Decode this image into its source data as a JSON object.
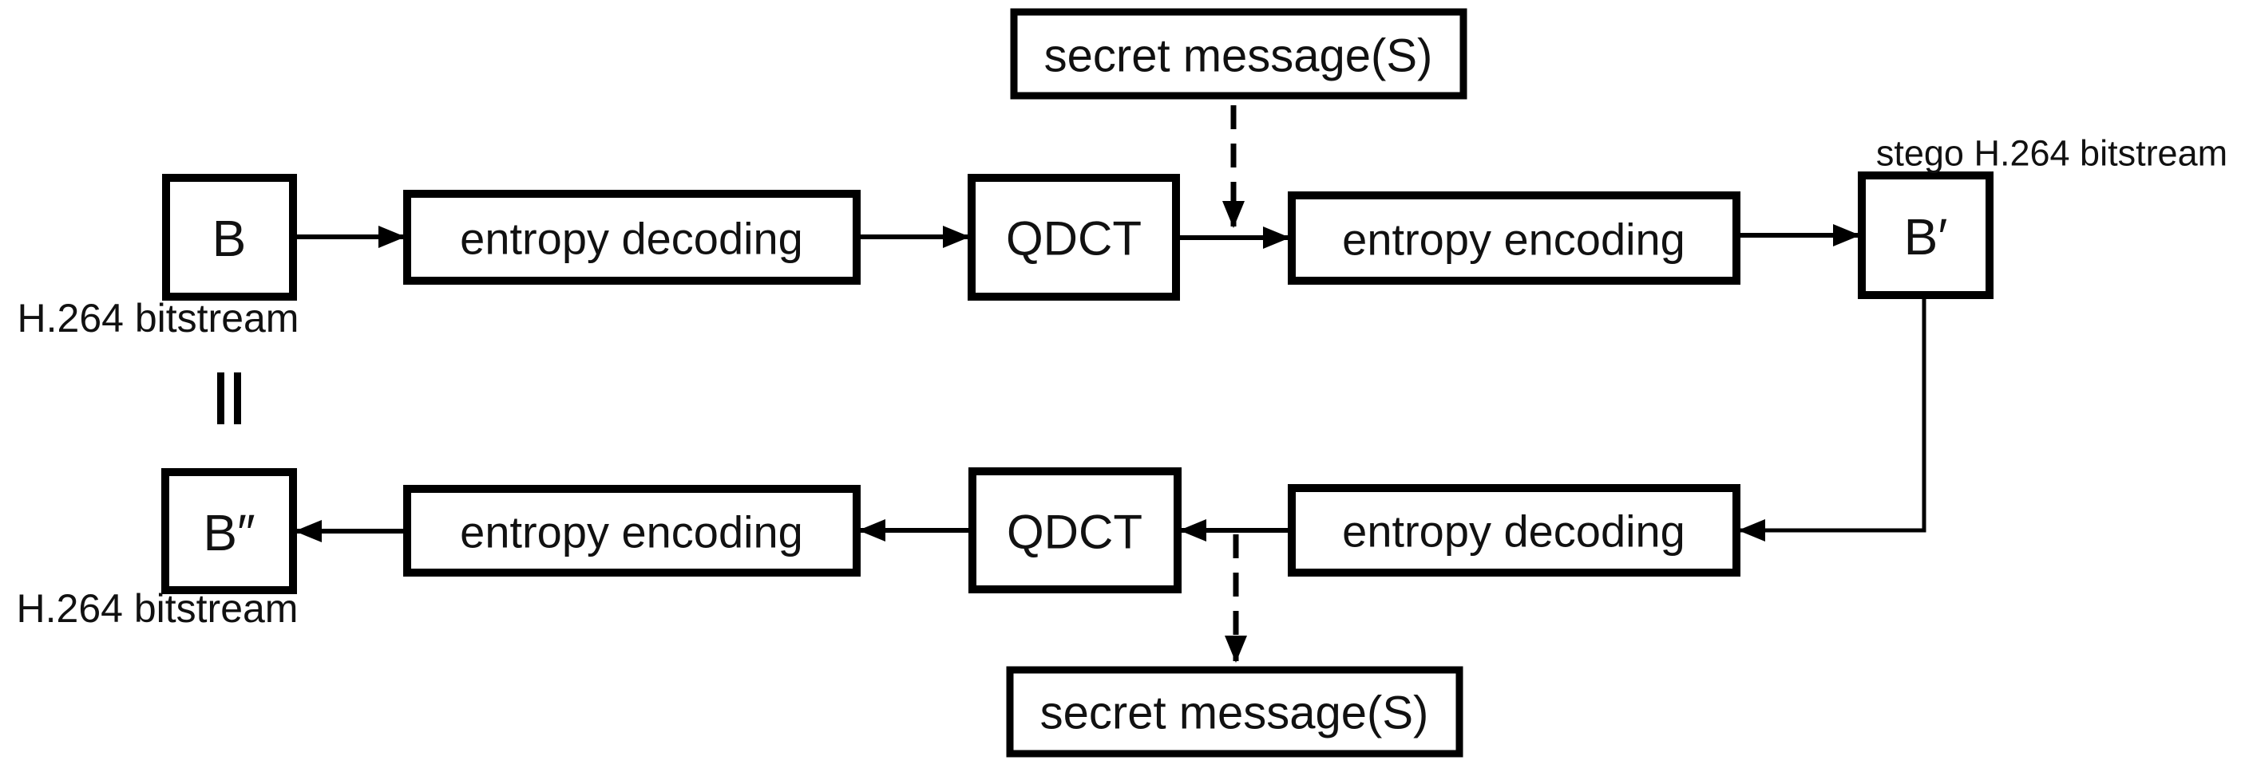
{
  "diagram": {
    "colors": {
      "line": "#000000",
      "background": "#ffffff",
      "text": "#111111"
    },
    "equivalence_symbol": "=",
    "embedding": {
      "secret_message_label": "secret message(S)",
      "input_node": "B",
      "input_caption": "H.264 bitstream",
      "entropy_decoding_label": "entropy decoding",
      "qdct_label": "QDCT",
      "entropy_encoding_label": "entropy encoding",
      "output_node": "B′",
      "output_caption": "stego H.264 bitstream"
    },
    "extraction": {
      "entropy_decoding_label": "entropy decoding",
      "qdct_label": "QDCT",
      "entropy_encoding_label": "entropy encoding",
      "output_node": "B″",
      "output_caption": "H.264 bitstream",
      "secret_message_label": "secret message(S)"
    }
  }
}
